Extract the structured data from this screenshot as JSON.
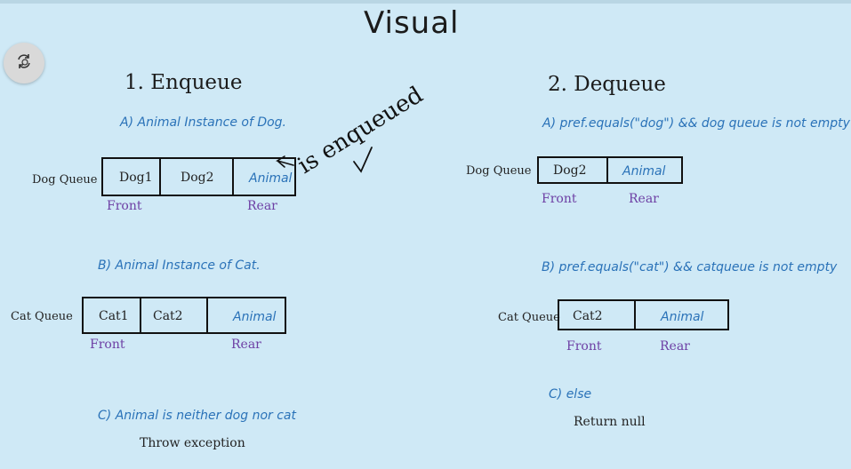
{
  "title": "Visual",
  "toolbar": {
    "icon": "refresh-history-icon"
  },
  "enqueue": {
    "heading": "1. Enqueue",
    "a_label": "A) Animal Instance of Dog.",
    "dog_queue_label": "Dog Queue",
    "dog_cells": [
      "Dog1",
      "Dog2",
      "Animal"
    ],
    "dog_front": "Front",
    "dog_rear": "Rear",
    "annotation": "is enqueued",
    "b_label": "B) Animal Instance of Cat.",
    "cat_queue_label": "Cat Queue",
    "cat_cells": [
      "Cat1",
      "Cat2",
      "Animal"
    ],
    "cat_front": "Front",
    "cat_rear": "Rear",
    "c_label": "C) Animal is neither dog nor cat",
    "c_action": "Throw exception"
  },
  "dequeue": {
    "heading": "2. Dequeue",
    "a_label": "A) pref.equals(\"dog\") && dog queue is not empty",
    "dog_queue_label": "Dog Queue",
    "dog_cells": [
      "Dog2",
      "Animal"
    ],
    "dog_front": "Front",
    "dog_rear": "Rear",
    "b_label": "B) pref.equals(\"cat\") && catqueue is not empty",
    "cat_queue_label": "Cat Queue",
    "cat_cells": [
      "Cat2",
      "Animal"
    ],
    "cat_front": "Front",
    "cat_rear": "Rear",
    "c_label": "C) else",
    "c_action": "Return null"
  }
}
